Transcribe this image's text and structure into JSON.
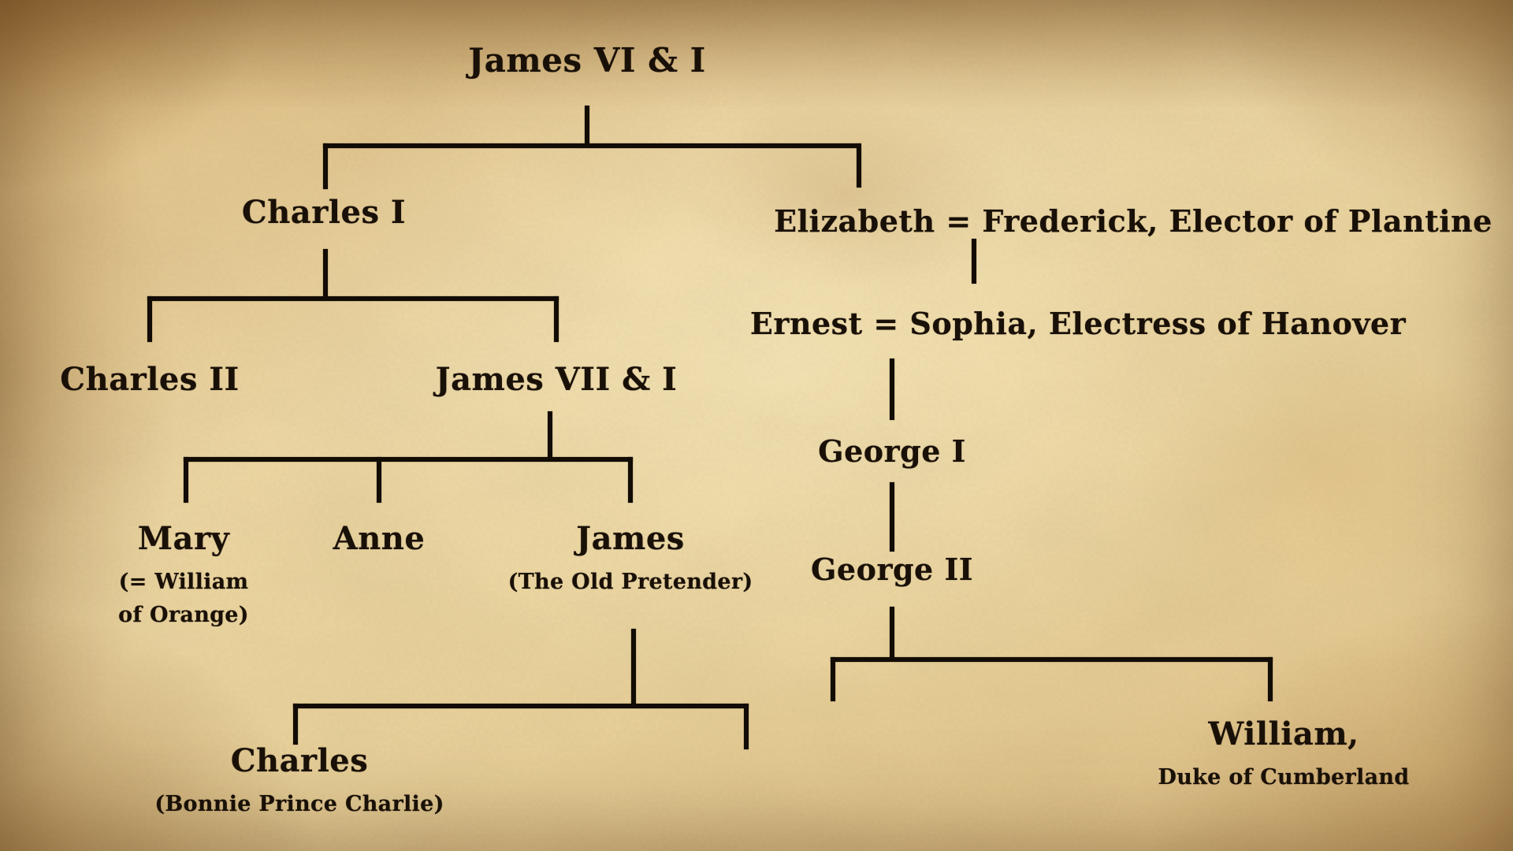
{
  "colors": {
    "ink": "#120c05",
    "parchment_light": "#eed9a8",
    "parchment_dark_edge": "#b98a4e"
  },
  "nodes": {
    "james_vi": {
      "label": "James VI & I"
    },
    "charles_i": {
      "label": "Charles I"
    },
    "elizabeth": {
      "label": "Elizabeth = Frederick, Elector of Plantine"
    },
    "ernest": {
      "label": "Ernest = Sophia, Electress of Hanover"
    },
    "charles_ii": {
      "label": "Charles II"
    },
    "james_vii": {
      "label": "James VII & I"
    },
    "mary": {
      "label": "Mary",
      "sub_line1": "(= William",
      "sub_line2": "of Orange)"
    },
    "anne": {
      "label": "Anne"
    },
    "james_old_pretender": {
      "label": "James",
      "sub": "(The Old Pretender)"
    },
    "george_i": {
      "label": "George I"
    },
    "george_ii": {
      "label": "George II"
    },
    "charles_bonnie": {
      "label": "Charles",
      "sub": "(Bonnie Prince Charlie)"
    },
    "william_cumberland": {
      "label": "William,",
      "sub": "Duke of Cumberland"
    }
  },
  "edges": [
    {
      "from": "James VI & I",
      "to": [
        "Charles I",
        "Elizabeth = Frederick, Elector of Plantine"
      ]
    },
    {
      "from": "Charles I",
      "to": [
        "Charles II",
        "James VII & I"
      ]
    },
    {
      "from": "James VII & I",
      "to": [
        "Mary (= William of Orange)",
        "Anne",
        "James (The Old Pretender)"
      ]
    },
    {
      "from": "James (The Old Pretender)",
      "to": [
        "Charles (Bonnie Prince Charlie)",
        ""
      ]
    },
    {
      "from": "Elizabeth = Frederick, Elector of Plantine",
      "to": [
        "Ernest = Sophia, Electress of Hanover"
      ]
    },
    {
      "from": "Ernest = Sophia, Electress of Hanover",
      "to": [
        "George I"
      ]
    },
    {
      "from": "George I",
      "to": [
        "George II"
      ]
    },
    {
      "from": "George II",
      "to": [
        "",
        "William, Duke of Cumberland"
      ]
    }
  ]
}
